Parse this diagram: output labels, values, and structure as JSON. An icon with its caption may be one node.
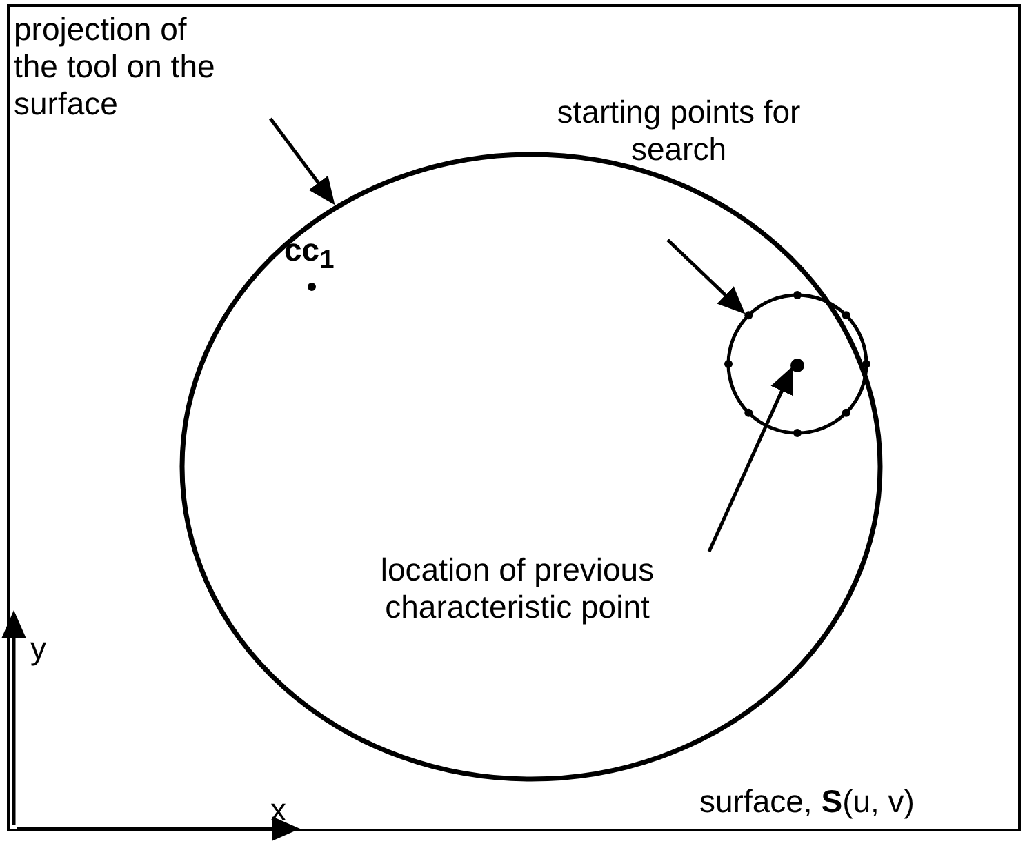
{
  "diagram": {
    "nodes": [
      {
        "text": [
          "surface, **S**(u, v)"
        ]
      },
      {
        "text": [],
        "shape": "circle",
        "in": 0
      },
      {
        "text": [],
        "shape": "circle",
        "in": 1
      },
      {
        "text": [
          "projection of the tool on the surface"
        ],
        "in": 0
      },
      {
        "text": [
          "starting points for search"
        ],
        "in": 0
      },
      {
        "text": [
          "location of previous characteristic point"
        ],
        "in": 1
      },
      {
        "text": [],
        "shape": "circle",
        "in": 2
      }
    ],
    "edges": [
      {
        "from": 3,
        "to": 1,
        "arrow": "to"
      },
      {
        "from": 4,
        "to": 2,
        "arrow": "to"
      },
      {
        "from": 5,
        "to": 6,
        "arrow": "to"
      }
    ],
    "labels": [
      "cc$_{1}$",
      "y",
      "x"
    ]
  }
}
